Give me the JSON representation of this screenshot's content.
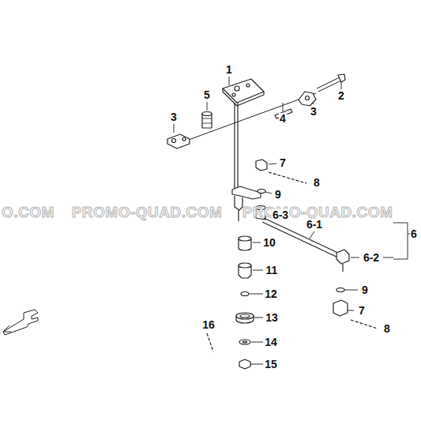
{
  "diagram": {
    "labels": [
      "O.COM",
      "PROMO-QUAD.COM",
      "PROMO-QUAD.COM",
      "1",
      "2",
      "3",
      "3",
      "4",
      "5",
      "7",
      "8",
      "9",
      "6-3",
      "6-1",
      "6",
      "6-2",
      "10",
      "11",
      "12",
      "13",
      "14",
      "15",
      "16",
      "9",
      "7",
      "8"
    ]
  }
}
